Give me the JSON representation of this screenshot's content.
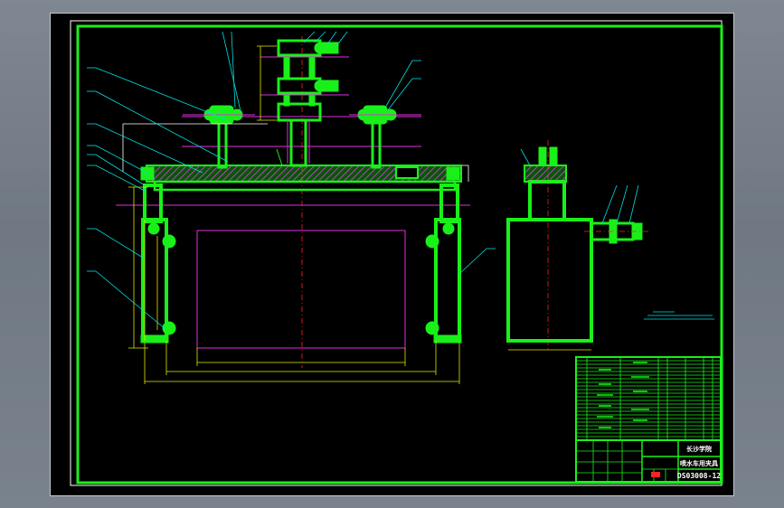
{
  "drawing": {
    "title": "喷水车用夹具",
    "drawing_number": "DS03008-12",
    "company": "长沙学院"
  },
  "colors": {
    "background": "#000000",
    "outline": "#19f019",
    "leader": "#00e0e0",
    "dimension": "#e8e800",
    "center": "#e02ee0",
    "centerline": "#ff2020"
  }
}
